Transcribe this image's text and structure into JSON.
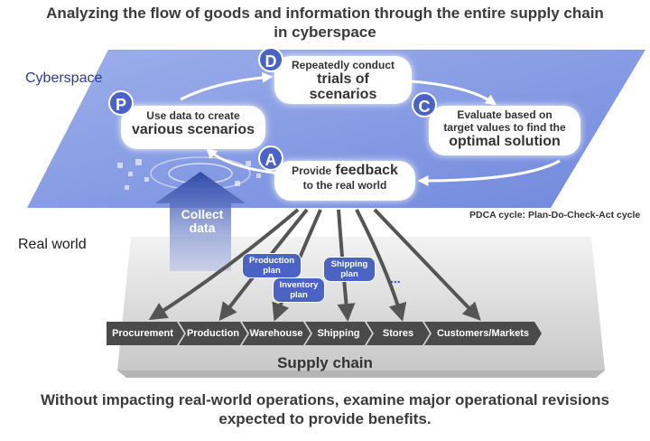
{
  "title_line1": "Analyzing the flow of goods and information through the entire supply chain",
  "title_line2": "in cyberspace",
  "labels": {
    "cyberspace": "Cyberspace",
    "real_world": "Real world",
    "pdca_note": "PDCA cycle: Plan-Do-Check-Act cycle"
  },
  "pdca": {
    "plan": {
      "letter": "P",
      "line1": "Use data to create",
      "line2": "various scenarios"
    },
    "do": {
      "letter": "D",
      "line1": "Repeatedly conduct",
      "line2": "trials of",
      "line3": "scenarios"
    },
    "check": {
      "letter": "C",
      "line1": "Evaluate based on",
      "line2": "target values to find the",
      "line3": "optimal solution"
    },
    "act": {
      "letter": "A",
      "line1": "Provide",
      "line2": "feedback",
      "line3": "to the real world"
    }
  },
  "collect": {
    "line1": "Collect",
    "line2": "data"
  },
  "plans": {
    "production": {
      "line1": "Production",
      "line2": "plan"
    },
    "inventory": {
      "line1": "Inventory",
      "line2": "plan"
    },
    "shipping": {
      "line1": "Shipping",
      "line2": "plan"
    },
    "ellipsis": "..."
  },
  "stages": [
    "Procurement",
    "Production",
    "Warehouse",
    "Shipping",
    "Stores",
    "Customers/Markets"
  ],
  "supply_chain_label": "Supply chain",
  "footer_line1": "Without impacting real-world operations, examine major operational revisions",
  "footer_line2": "expected to provide benefits.",
  "colors": {
    "cyber_plane": "#7f96e0",
    "accent": "#4a63c4",
    "stage_bar": "#4a4a4a",
    "real_plane": "#dcdcdc"
  }
}
